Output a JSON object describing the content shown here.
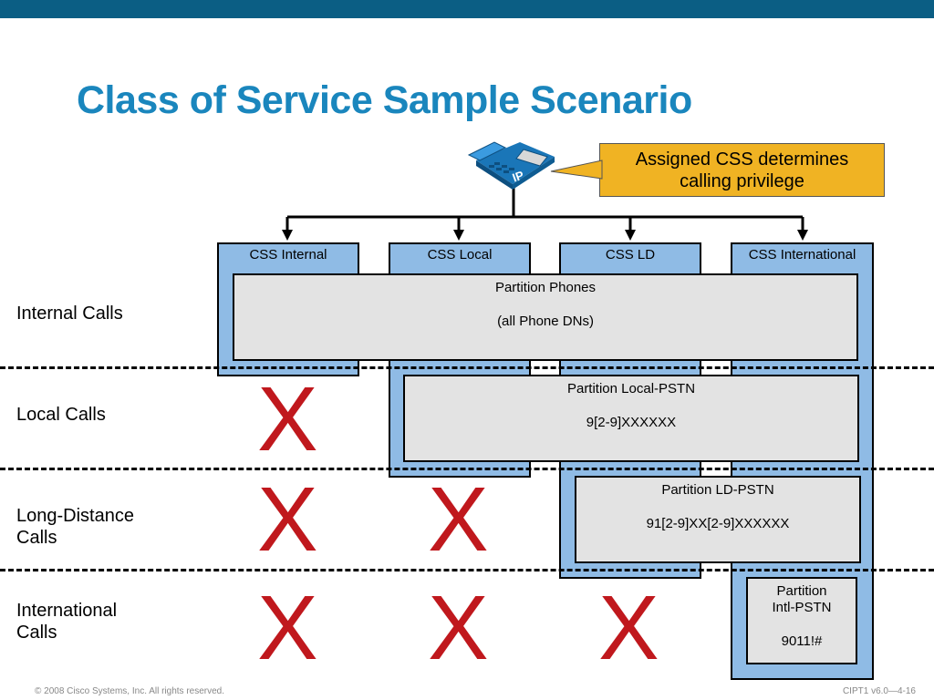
{
  "title": "Class of Service Sample Scenario",
  "callout": {
    "line1": "Assigned CSS determines",
    "line2": "calling privilege"
  },
  "phone": {
    "badge": "IP"
  },
  "css_columns": [
    "CSS Internal",
    "CSS Local",
    "CSS LD",
    "CSS International"
  ],
  "row_labels": {
    "internal": "Internal Calls",
    "local": "Local Calls",
    "ld": {
      "line1": "Long-Distance",
      "line2": "Calls"
    },
    "intl": {
      "line1": "International",
      "line2": "Calls"
    }
  },
  "partitions": {
    "phones": {
      "name": "Partition Phones",
      "detail": "(all Phone DNs)"
    },
    "local": {
      "name": "Partition Local-PSTN",
      "detail": "9[2-9]XXXXXX"
    },
    "ld": {
      "name": "Partition LD-PSTN",
      "detail": "91[2-9]XX[2-9]XXXXXX"
    },
    "intl": {
      "line1": "Partition",
      "line2": "Intl-PSTN",
      "detail": "9011!#"
    }
  },
  "blocked_mark": "X",
  "footer": {
    "left": "© 2008 Cisco Systems, Inc. All rights reserved.",
    "right": "CIPT1 v6.0—4-16"
  },
  "colors": {
    "header_bar": "#0b5e84",
    "title": "#1a86bd",
    "callout": "#f0b323",
    "css_fill": "#8fbbe5",
    "partition_fill": "#e3e3e3",
    "blocked": "#c0181d"
  }
}
